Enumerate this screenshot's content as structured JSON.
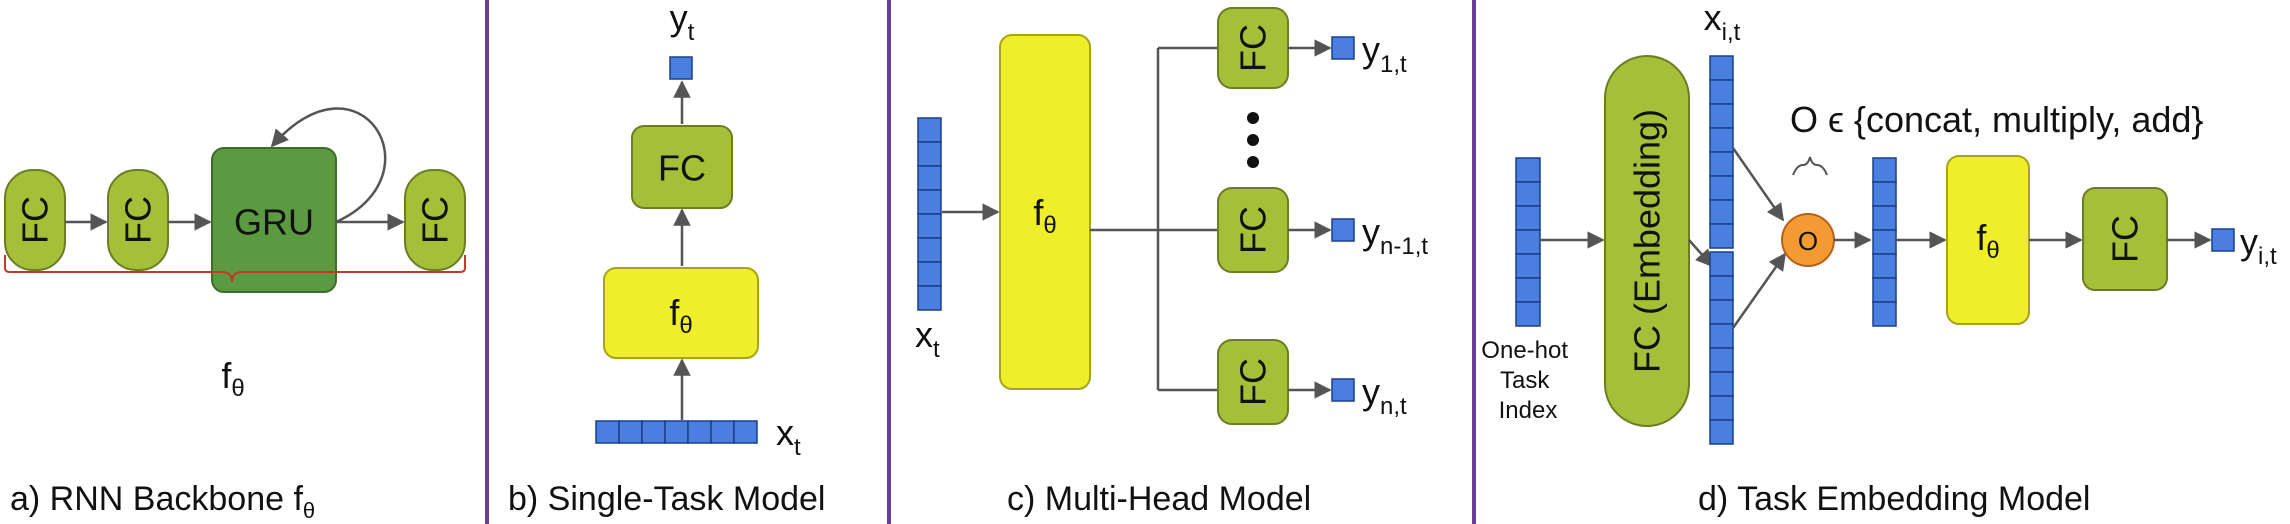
{
  "colors": {
    "fc_fill": "#a5bf38",
    "fc_stroke": "#6e7d23",
    "gru_fill": "#5c9a42",
    "gru_stroke": "#3e6c2c",
    "ftheta_fill": "#eeee2a",
    "ftheta_stroke": "#a8a318",
    "vec_fill": "#4a7fe0",
    "vec_stroke": "#1b3f8c",
    "op_fill": "#f49a33",
    "op_stroke": "#b8611a",
    "divider": "#6a3d9a",
    "brace": "#c0392b",
    "arrow": "#555555"
  },
  "panel_a": {
    "fc_label": "FC",
    "gru_label": "GRU",
    "f": "f",
    "theta": "θ",
    "caption": "a) RNN Backbone f",
    "caption_sub": "θ"
  },
  "panel_b": {
    "y": "y",
    "y_sub": "t",
    "fc_label": "FC",
    "f": "f",
    "theta": "θ",
    "x": "x",
    "x_sub": "t",
    "caption": "b) Single-Task Model"
  },
  "panel_c": {
    "x": "x",
    "x_sub": "t",
    "f": "f",
    "theta": "θ",
    "fc_label": "FC",
    "heads": [
      {
        "y": "y",
        "sub": "1,t"
      },
      {
        "y": "y",
        "sub": "n-1,t"
      },
      {
        "y": "y",
        "sub": "n,t"
      }
    ],
    "caption": "c) Multi-Head Model"
  },
  "panel_d": {
    "x": "x",
    "x_sub": "i,t",
    "onehot_lines": [
      "One-hot",
      "Task",
      "Index"
    ],
    "embed_label": "FC (Embedding)",
    "op_label": "O",
    "op_set": "O ϵ {concat, multiply, add}",
    "f": "f",
    "theta": "θ",
    "fc_label": "FC",
    "y": "y",
    "y_sub": "i,t",
    "caption": "d) Task Embedding Model"
  }
}
